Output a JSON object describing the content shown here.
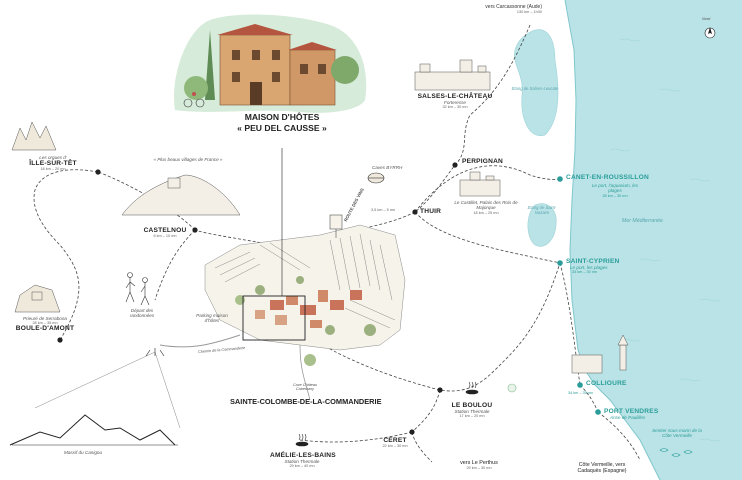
{
  "title": {
    "line1": "MAISON D'HÔTES",
    "line2": "« PEU DEL CAUSSE »"
  },
  "village": "SAINTE-COLOMBE-DE-LA-COMMANDERIE",
  "compass": {
    "label": "Nord"
  },
  "sea": {
    "label": "Mer Méditerranée"
  },
  "etangs": {
    "salses": "Etang de Salses-Leucate",
    "stnazaire": "Etang de Saint-Nazaire"
  },
  "places": {
    "carcassonne": {
      "name": "vers Carcassonne (Aude)",
      "dist": "130 km – 1h30"
    },
    "salses": {
      "name": "SALSES-LE-CHÂTEAU",
      "sub": "Forteresse",
      "dist": "32 km – 30 mn"
    },
    "perpignan": {
      "name": "PERPIGNAN",
      "sub": "Le Castillet, Palais des Rois de Majorque",
      "dist": "18 km – 25 mn"
    },
    "thuir": {
      "name": "THUIR",
      "sub": "Caves BYRRH",
      "dist": "3,5 km – 5 mn"
    },
    "ille": {
      "name": "ÎLLE-SUR-TÊT",
      "sub": "Les orgues d'",
      "dist": "18 km – 20 mn"
    },
    "castelnou": {
      "name": "CASTELNOU",
      "sub": "« Plus beaux villages de France »",
      "dist": "6 km – 10 mn"
    },
    "boule": {
      "name": "BOULE-D'AMONT",
      "sub": "Prieuré de Serrabona",
      "dist": "28 km – 35 mn"
    },
    "canet": {
      "name": "CANET-EN-ROUSSILLON",
      "sub": "Le port, l'aquarium, les plages",
      "dist": "28 km – 30 mn"
    },
    "cyprien": {
      "name": "SAINT-CYPRIEN",
      "sub": "Le port, les plages",
      "dist": "33 km – 30 mn"
    },
    "collioure": {
      "name": "COLLIOURE",
      "dist": "34 km – 35 mn"
    },
    "portvendres": {
      "name": "PORT VENDRES",
      "sub": "Anse de Paulilles"
    },
    "boulou": {
      "name": "LE BOULOU",
      "sub": "Station Thermale",
      "dist": "17 km – 20 mn"
    },
    "ceret": {
      "name": "CERET",
      "dist": "22 km – 30 mn"
    },
    "amelie": {
      "name": "AMÉLIE-LES-BAINS",
      "sub": "Station Thermale",
      "dist": "29 km – 40 mn"
    },
    "perthus": {
      "name": "vers Le Perthus",
      "dist": "29 km – 30 mn"
    },
    "cerbere": {
      "name": "Côte Vermeille, vers Cadaquès (Espagne)"
    }
  },
  "labels": {
    "routeVins": "ROUTE DES VINS",
    "parking": "Parking maison d'hôtes",
    "depart": "Départ des randonnées",
    "canigou": "Massif du Canigou",
    "sentier": "Sentier sous-marin de la Côte Vermeille",
    "commanderie": "Chemin de la Commanderie",
    "chateau": "Cave Château Cabestany"
  },
  "colors": {
    "sea": "#b9e3e6",
    "accent": "#2a9d9a",
    "route": "#444444"
  }
}
